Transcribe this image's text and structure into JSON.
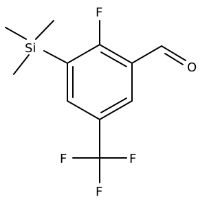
{
  "molecule": {
    "atoms": {
      "fluorine_top": "F",
      "silicon": "Si",
      "oxygen": "O",
      "cf3_f_left": "F",
      "cf3_f_right": "F",
      "cf3_f_bottom": "F"
    }
  }
}
